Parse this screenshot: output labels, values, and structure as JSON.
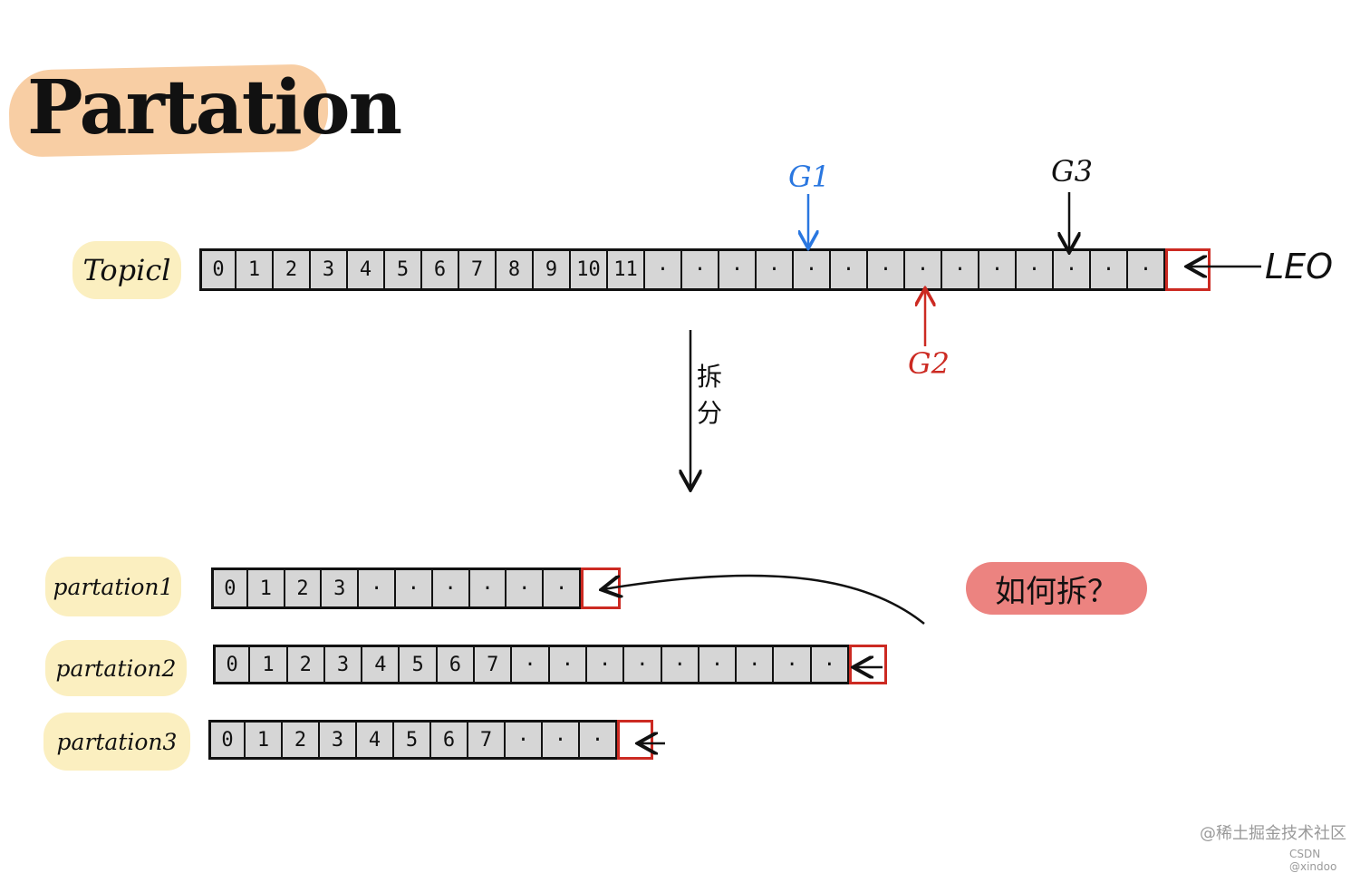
{
  "title": "Partation",
  "topic": {
    "label": "Topicl",
    "cells": [
      "0",
      "1",
      "2",
      "3",
      "4",
      "5",
      "6",
      "7",
      "8",
      "9",
      "10",
      "11",
      "·",
      "·",
      "·",
      "·",
      "·",
      "·",
      "·",
      "·",
      "·",
      "·",
      "·",
      "·",
      "·",
      "·"
    ]
  },
  "markers": {
    "g1": "G1",
    "g2": "G2",
    "g3": "G3",
    "leo": "LEO"
  },
  "split_label": "拆分",
  "partitions": [
    {
      "label": "partation1",
      "cells": [
        "0",
        "1",
        "2",
        "3",
        "·",
        "·",
        "·",
        "·",
        "·",
        "·"
      ]
    },
    {
      "label": "partation2",
      "cells": [
        "0",
        "1",
        "2",
        "3",
        "4",
        "5",
        "6",
        "7",
        "·",
        "·",
        "·",
        "·",
        "·",
        "·",
        "·",
        "·",
        "·"
      ]
    },
    {
      "label": "partation3",
      "cells": [
        "0",
        "1",
        "2",
        "3",
        "4",
        "5",
        "6",
        "7",
        "·",
        "·",
        "·"
      ]
    }
  ],
  "question": "如何拆？",
  "watermark": {
    "line1": "@稀土掘金技术社区",
    "line2": "CSDN @xindoo"
  },
  "colors": {
    "title_highlight": "#f7c99a",
    "label_highlight": "#fbefc0",
    "cell_fill": "#d6d6d6",
    "leo_box": "#cc2a22",
    "g1": "#2a77e0",
    "g2": "#cc2a22",
    "question_fill": "#ec8380"
  }
}
